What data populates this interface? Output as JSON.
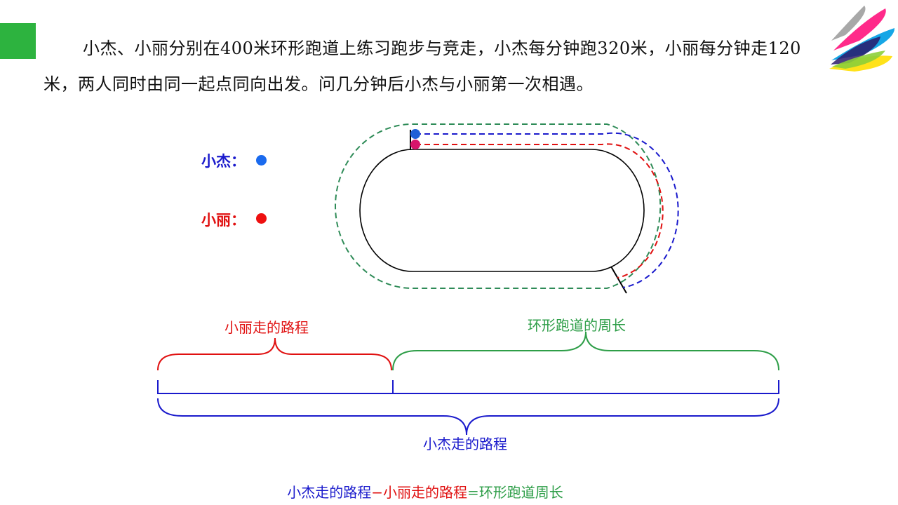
{
  "problem": {
    "text": "小杰、小丽分别在400米环形跑道上练习跑步与竞走，小杰每分钟跑320米，小丽每分钟走120米，两人同时由同一起点同向出发。问几分钟后小杰与小丽第一次相遇。"
  },
  "legend": {
    "jie_label": "小杰：",
    "li_label": "小丽："
  },
  "braces": {
    "li_distance": "小丽走的路程",
    "track_perimeter": "环形跑道的周长",
    "jie_distance": "小杰走的路程"
  },
  "formula": {
    "jie": "小杰走的路程",
    "minus": "−",
    "li": "小丽走的路程",
    "equals": "=",
    "track": "环形跑道周长"
  },
  "colors": {
    "blue": "#1a1acc",
    "red": "#e01010",
    "green": "#2e9e48",
    "dark_green": "#2e8b57",
    "blue_dot": "#1f5fd6",
    "magenta_dot": "#d6156b",
    "accent_square": "#2db33f"
  }
}
